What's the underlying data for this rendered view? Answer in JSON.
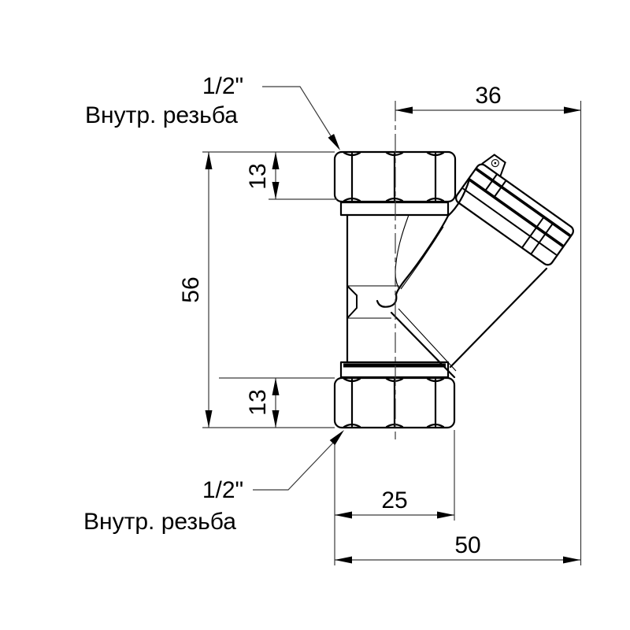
{
  "drawing": {
    "labels": {
      "top_size": "1/2\"",
      "top_thread": "Внутр. резьба",
      "bottom_size": "1/2\"",
      "bottom_thread": "Внутр. резьба"
    },
    "dimensions": {
      "top_width": "36",
      "total_height": "56",
      "top_nut_height": "13",
      "bottom_nut_height": "13",
      "bottom_inner_width": "25",
      "bottom_total_width": "50"
    },
    "colors": {
      "ink": "#000000",
      "dim_line": "#3a3a3a",
      "background": "#ffffff"
    }
  }
}
